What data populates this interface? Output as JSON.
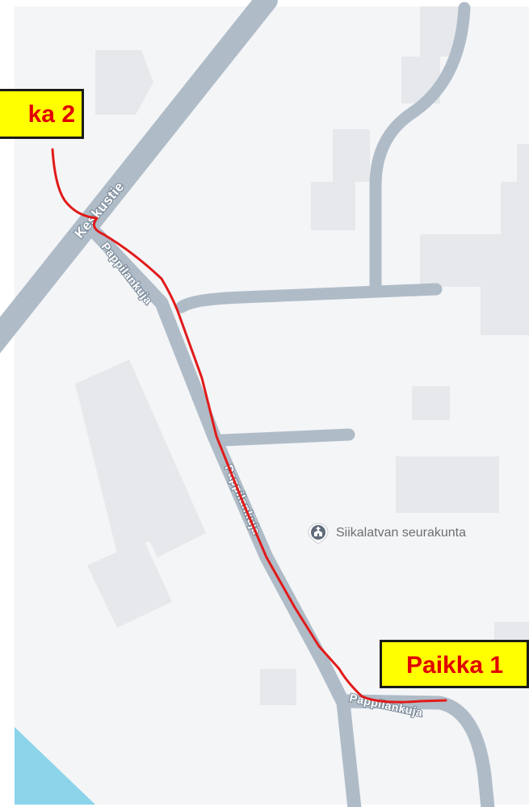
{
  "map": {
    "roads": {
      "main_road": "Keskustie",
      "lane_upper": "Pappilankuja",
      "lane_middle": "Pappilankuja",
      "lane_lower": "Pappilankuja"
    },
    "poi": {
      "name": "Siikalatvan seurakunta",
      "icon": "church-icon"
    },
    "markers": {
      "place_2": "ka 2",
      "place_1": "Paikka 1"
    },
    "colors": {
      "background": "#f4f5f7",
      "building": "#e6e8eb",
      "road": "#afbcc8",
      "route": "#e11a1a",
      "water": "#8bd4ea",
      "callout_bg": "#ffff00",
      "callout_text": "#e00000"
    }
  }
}
